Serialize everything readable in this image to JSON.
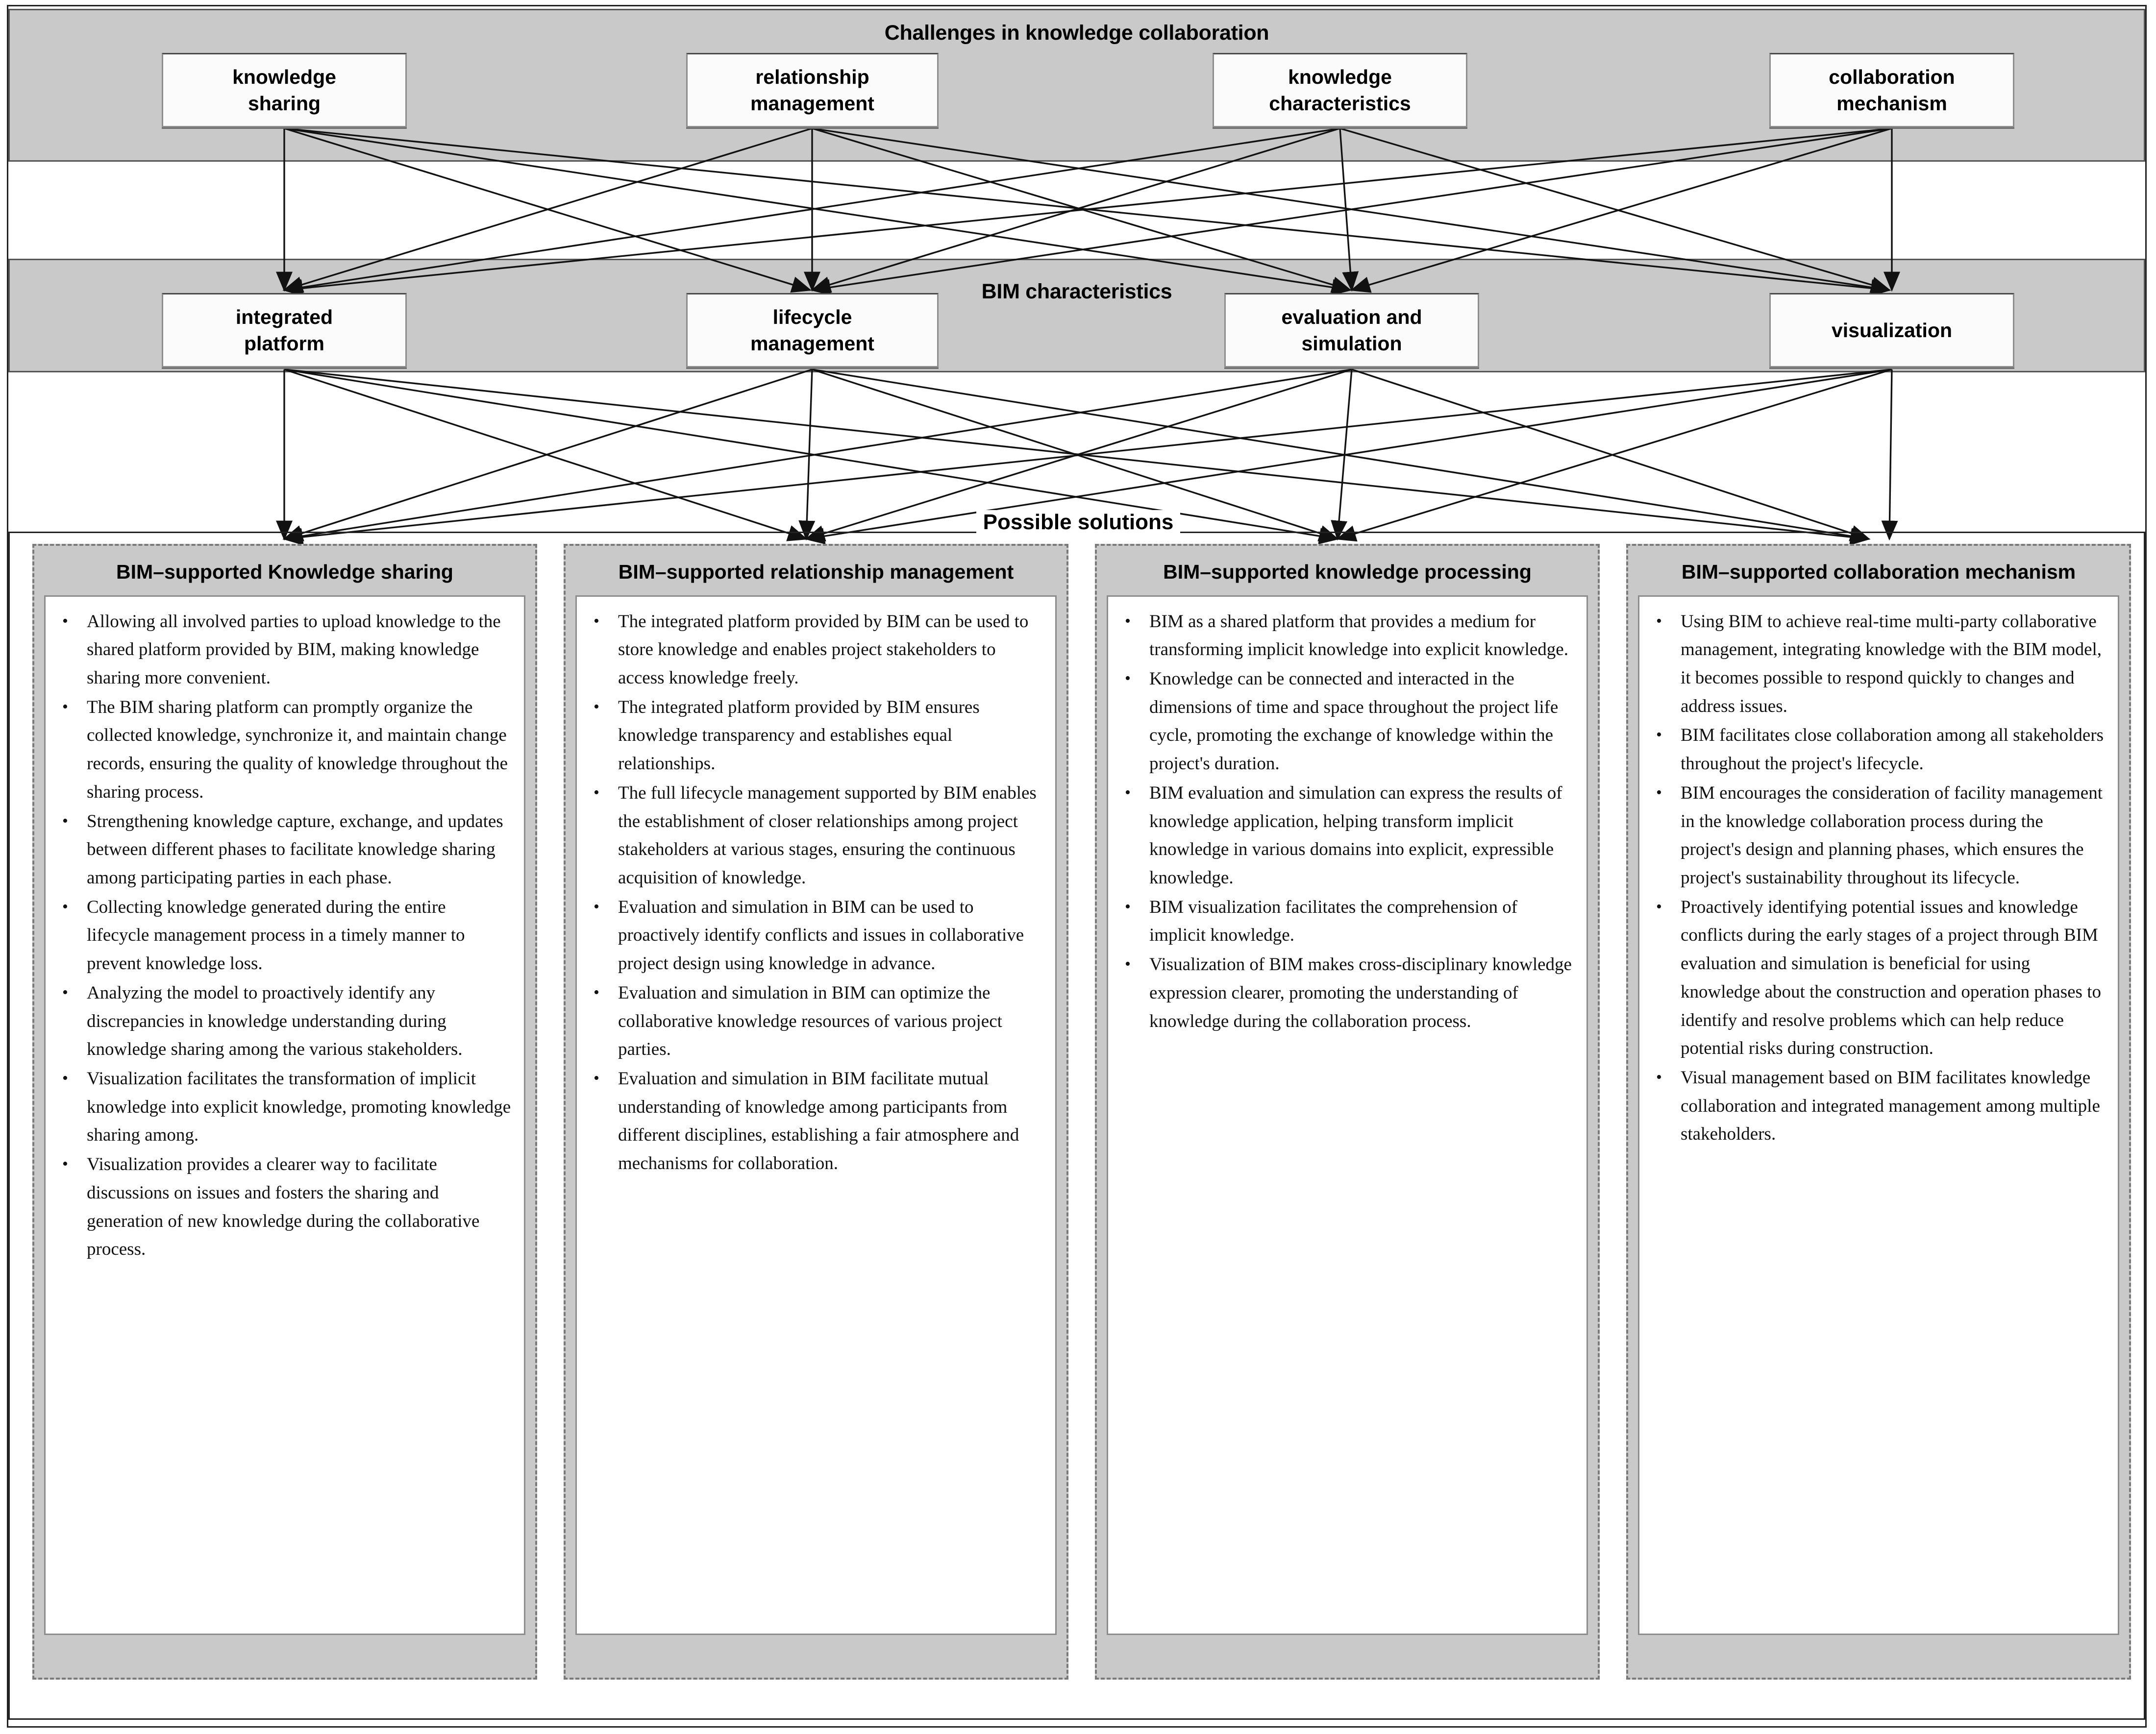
{
  "diagram": {
    "sections": {
      "challenges": {
        "title": "Challenges in knowledge collaboration",
        "nodes": [
          {
            "id": "knowledge-sharing",
            "line1": "knowledge",
            "line2": "sharing"
          },
          {
            "id": "relationship-management",
            "line1": "relationship",
            "line2": "management"
          },
          {
            "id": "knowledge-characteristics",
            "line1": "knowledge",
            "line2": "characteristics"
          },
          {
            "id": "collaboration-mechanism",
            "line1": "collaboration",
            "line2": "mechanism"
          }
        ]
      },
      "bim_characteristics": {
        "title": "BIM characteristics",
        "nodes": [
          {
            "id": "integrated-platform",
            "line1": "integrated",
            "line2": "platform"
          },
          {
            "id": "lifecycle-management",
            "line1": "lifecycle",
            "line2": "management"
          },
          {
            "id": "evaluation-and-simulation",
            "line1": "evaluation and",
            "line2": "simulation"
          },
          {
            "id": "visualization",
            "line1": "visualization",
            "line2": ""
          }
        ]
      },
      "solutions": {
        "title": "Possible solutions",
        "columns": [
          {
            "id": "bim-supported-knowledge-sharing",
            "heading_line1": "BIM–supported Knowledge",
            "heading_line2": "sharing",
            "bullets": [
              "Allowing all involved parties to upload knowledge to the shared platform provided by BIM, making knowledge sharing more convenient.",
              "The BIM sharing platform can promptly organize the collected knowledge, synchronize it, and maintain change records, ensuring the quality of knowledge throughout the sharing process.",
              "Strengthening knowledge capture, exchange, and updates between different phases to facilitate knowledge sharing among participating parties in each phase.",
              "Collecting knowledge generated during the entire lifecycle management process in a timely manner to prevent knowledge loss.",
              "Analyzing the model to proactively identify any discrepancies in knowledge understanding during knowledge sharing among the various stakeholders.",
              "Visualization facilitates the transformation of implicit knowledge into explicit knowledge, promoting knowledge sharing among.",
              "Visualization provides a clearer way to facilitate discussions on issues and fosters the sharing and generation of new knowledge during the collaborative process."
            ]
          },
          {
            "id": "bim-supported-relationship-management",
            "heading_line1": "BIM–supported relationship",
            "heading_line2": "management",
            "bullets": [
              "The integrated platform provided by BIM can be used to store knowledge and enables project stakeholders to access knowledge freely.",
              "The integrated platform provided by BIM ensures knowledge transparency and establishes equal relationships.",
              "The full lifecycle management supported by BIM enables the establishment of closer relationships among project stakeholders at various stages, ensuring the continuous acquisition of knowledge.",
              "Evaluation and simulation in BIM can be used to proactively identify conflicts and issues in collaborative project design using knowledge in advance.",
              "Evaluation and simulation in BIM can optimize the collaborative knowledge resources of various project parties.",
              "Evaluation and simulation in BIM facilitate mutual understanding of knowledge among participants from different disciplines, establishing a fair atmosphere and mechanisms for collaboration."
            ]
          },
          {
            "id": "bim-supported-knowledge-processing",
            "heading_line1": "BIM–supported knowledge",
            "heading_line2": "processing",
            "bullets": [
              "BIM as a shared platform that provides a medium for transforming implicit knowledge into explicit knowledge.",
              "Knowledge can be connected and interacted in the dimensions of time and space throughout the project life cycle, promoting the exchange of knowledge within the project's duration.",
              "BIM evaluation and simulation can express the results of knowledge application, helping transform implicit knowledge in various domains into explicit, expressible knowledge.",
              "BIM visualization facilitates the comprehension of implicit knowledge.",
              "Visualization of BIM makes cross-disciplinary knowledge expression clearer, promoting the understanding of knowledge during the collaboration process."
            ]
          },
          {
            "id": "bim-supported-collaboration-mechanism",
            "heading_line1": "BIM–supported collaboration",
            "heading_line2": "mechanism",
            "bullets": [
              "Using BIM to achieve real-time multi-party collaborative management, integrating knowledge with the BIM model, it becomes possible to respond quickly to changes and address issues.",
              "BIM facilitates close collaboration among all stakeholders throughout the project's lifecycle.",
              "BIM encourages the consideration of facility management in the knowledge collaboration process during the project's design and planning phases, which ensures the project's sustainability throughout its lifecycle.",
              "Proactively identifying potential issues and knowledge conflicts during the early stages of a project through BIM evaluation and simulation is beneficial for using knowledge about the construction and operation phases to identify and resolve problems which can help reduce potential risks during construction.",
              "Visual management based on BIM facilitates knowledge collaboration and integrated management among multiple stakeholders."
            ]
          }
        ]
      }
    },
    "bullet_glyph": "•",
    "colors": {
      "band_fill": "#c9c9c9",
      "band_border": "#555555",
      "node_fill": "#fbfbfb",
      "node_border": "#8d8d8d",
      "panel_fill": "#c9c9c9",
      "panel_border": "#7a7a7a",
      "body_fill": "#ffffff",
      "text": "#000000",
      "edge": "#111111"
    }
  }
}
